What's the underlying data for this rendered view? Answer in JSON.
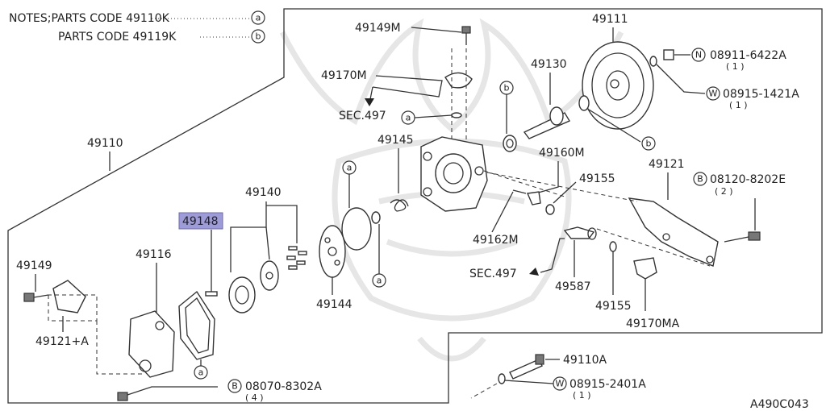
{
  "notes": {
    "line1_text": "NOTES;PARTS CODE 49110K",
    "line1_mark": "a",
    "line2_text": "PARTS CODE 49119K",
    "line2_mark": "b"
  },
  "labels": {
    "p49149M": "49149M",
    "p49170M": "49170M",
    "sec497_top": "SEC.497",
    "p49145": "49145",
    "p49110": "49110",
    "p49140": "49140",
    "p49148": "49148",
    "p49149": "49149",
    "p49116": "49116",
    "p49121A": "49121+A",
    "p49144": "49144",
    "p49111": "49111",
    "p49130": "49130",
    "p49160M": "49160M",
    "p49155_top": "49155",
    "p49162M": "49162M",
    "p49121": "49121",
    "sec497_bottom": "SEC.497",
    "p49587": "49587",
    "p49155_bottom": "49155",
    "p49170MA": "49170MA",
    "p49110A": "49110A",
    "diagram_code": "A490C043"
  },
  "fasteners": [
    {
      "mark": "N",
      "code": "08911-6422A",
      "qty": "( 1 )"
    },
    {
      "mark": "W",
      "code": "08915-1421A",
      "qty": "( 1 )"
    },
    {
      "mark": "B",
      "code": "08120-8202E",
      "qty": "( 2 )"
    },
    {
      "mark": "B",
      "code": "08070-8302A",
      "qty": "( 4 )"
    },
    {
      "mark": "W",
      "code": "08915-2401A",
      "qty": "( 1 )"
    }
  ],
  "markers": {
    "a": "a",
    "b": "b"
  },
  "colors": {
    "highlight": "#9e9cd8",
    "highlight_border": "#6a6ab8",
    "line": "#333333",
    "watermark": "#e6e6e6"
  }
}
